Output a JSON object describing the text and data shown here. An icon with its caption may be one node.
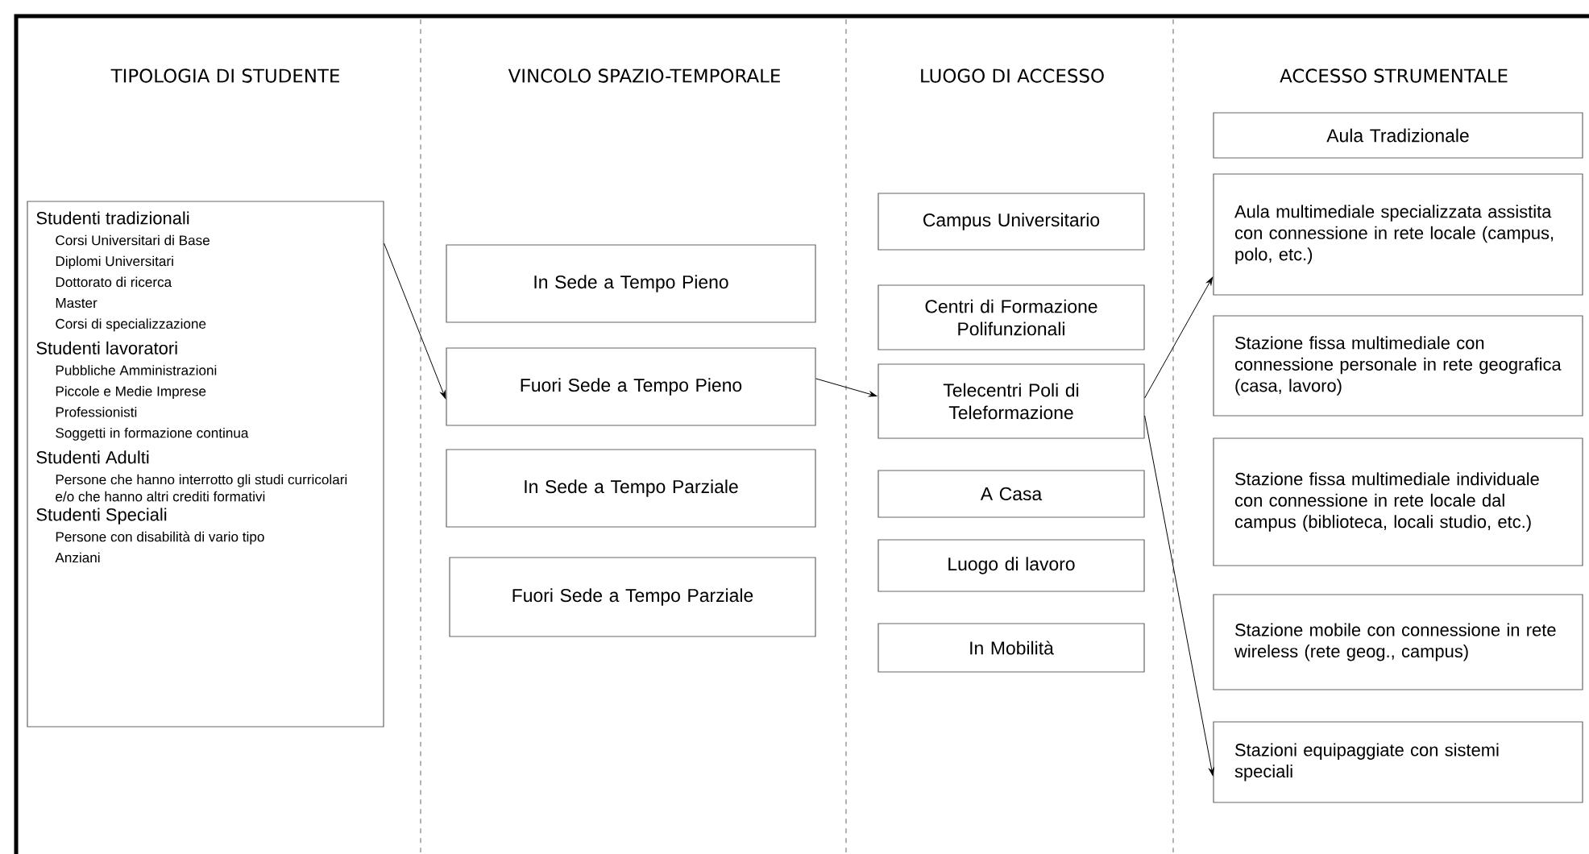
{
  "diagram": {
    "nodes": [
      {
        "text": [
          "Studenti tradizionali",
          "Corsi Universitari di Base",
          "Diplomi Universitari",
          "Dottorato di ricerca",
          "Master",
          "Corsi di specializzazione",
          "Studenti lavoratori",
          "Pubbliche Amministrazioni",
          "Piccole e Medie Imprese",
          "Professionisti",
          "Soggetti in formazione continua",
          "Studenti Adulti",
          "Persone che hanno interrotto gli studi curricolari e/o che hanno altri crediti formativi",
          "Studenti Speciali",
          "Persone con disabilità di vario tipo",
          "Anziani"
        ]
      },
      {
        "text": [
          "In Sede a Tempo Pieno"
        ]
      },
      {
        "text": [
          "Fuori Sede a Tempo Pieno"
        ]
      },
      {
        "text": [
          "In Sede a Tempo Parziale"
        ]
      },
      {
        "text": [
          "Fuori Sede a Tempo Parziale"
        ]
      },
      {
        "text": [
          "Campus Universitario"
        ]
      },
      {
        "text": [
          "Centri di Formazione Polifunzionali"
        ]
      },
      {
        "text": [
          "Telecentri Poli di Teleformazione"
        ]
      },
      {
        "text": [
          "A Casa"
        ]
      },
      {
        "text": [
          "Luogo di lavoro"
        ]
      },
      {
        "text": [
          "In Mobilità"
        ]
      },
      {
        "text": [
          "Aula Tradizionale"
        ]
      },
      {
        "text": [
          "Aula multimediale specializzata assistita con connessione in rete locale (campus, polo, etc.)"
        ]
      },
      {
        "text": [
          "Stazione fissa multimediale con connessione personale in rete geografica (casa, lavoro)"
        ]
      },
      {
        "text": [
          "Stazione fissa multimediale individuale con connessione in rete locale dal campus (biblioteca, locali studio, etc.)"
        ]
      },
      {
        "text": [
          "Stazione mobile con connessione in rete wireless (rete geog., campus)"
        ]
      },
      {
        "text": [
          "Stazioni equipaggiate con sistemi speciali"
        ]
      }
    ],
    "edges": [
      {
        "from": 0,
        "to": 2,
        "arrow": "to"
      },
      {
        "from": 2,
        "to": 7,
        "arrow": "to"
      },
      {
        "from": 7,
        "to": 12,
        "arrow": "to"
      },
      {
        "from": 7,
        "to": 16,
        "arrow": "to"
      }
    ],
    "labels": [
      "TIPOLOGIA DI STUDENTE",
      "VINCOLO SPAZIO-TEMPORALE",
      "LUOGO DI ACCESSO",
      "ACCESSO STRUMENTALE"
    ]
  }
}
